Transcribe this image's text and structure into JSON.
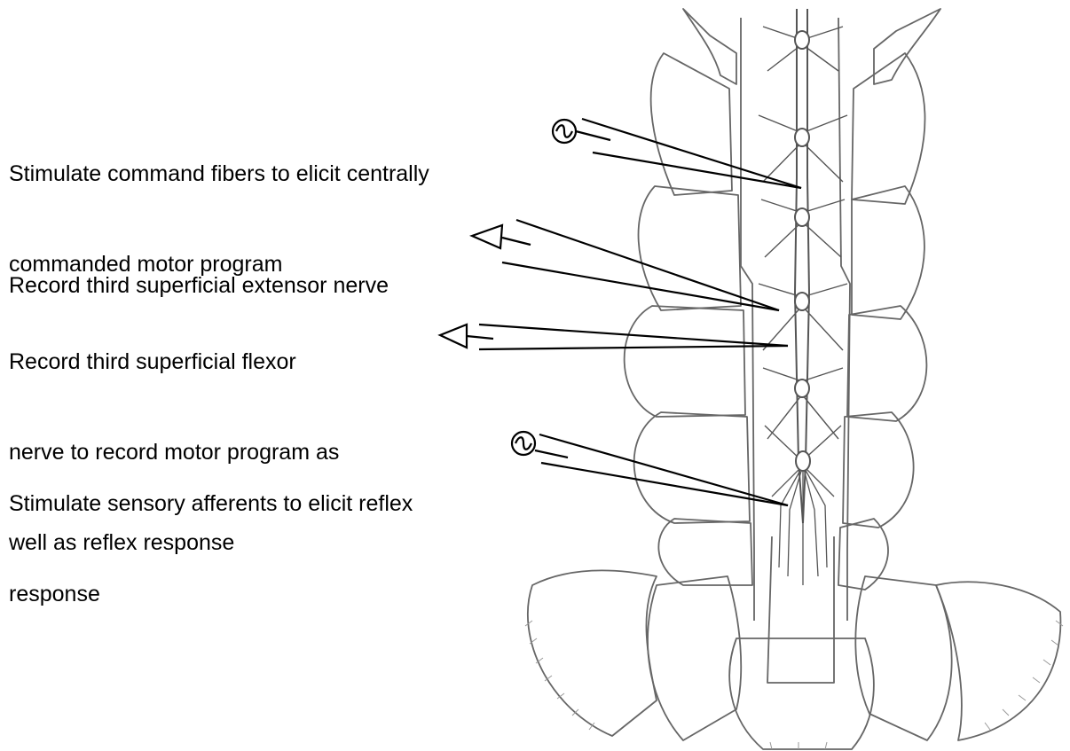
{
  "annotations": [
    {
      "id": "stim-command",
      "lines": [
        "Stimulate command fibers to elicit centrally",
        "commanded motor program"
      ],
      "marker": "stimulator-icon"
    },
    {
      "id": "rec-extensor",
      "lines": [
        "Record third superficial extensor nerve"
      ],
      "marker": "electrode-triangle-icon"
    },
    {
      "id": "rec-flexor",
      "lines": [
        "Record third superficial flexor",
        "nerve to record motor program as",
        "well as reflex response"
      ],
      "marker": "electrode-triangle-icon"
    },
    {
      "id": "stim-sensory",
      "lines": [
        "Stimulate sensory afferents to elicit reflex",
        "response"
      ],
      "marker": "stimulator-icon"
    }
  ],
  "colors": {
    "ink": "#000000",
    "drawing": "#555555",
    "background": "#ffffff"
  }
}
